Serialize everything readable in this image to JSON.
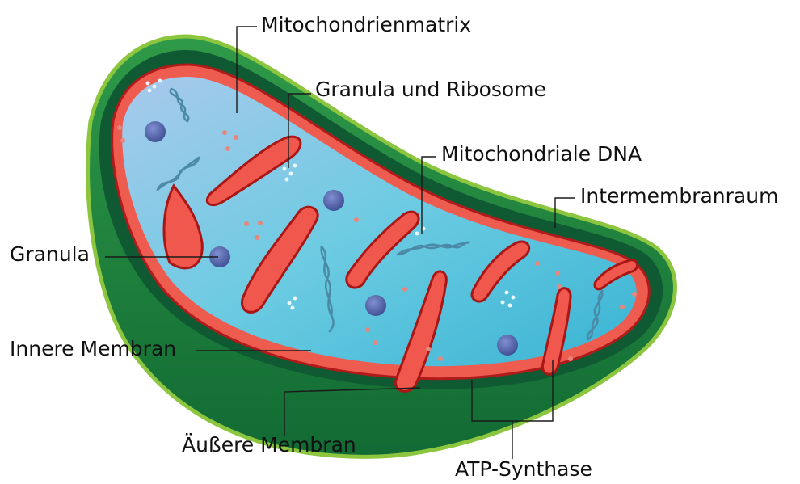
{
  "labels": {
    "matrix": "Mitochondrienmatrix",
    "granula_ribosome": "Granula und Ribosome",
    "dna": "Mitochondriale DNA",
    "intermembrane": "Intermembranraum",
    "granula": "Granula",
    "inner_membrane": "Innere Membran",
    "outer_membrane": "Äußere Membran",
    "atp_synthase": "ATP-Synthase"
  },
  "colors": {
    "outer_light": "#8cc63f",
    "outer_dark": "#1e7a3c",
    "intermembrane_space": "#0f5a33",
    "inner_membrane": "#e8342d",
    "inner_membrane_light": "#f7a19a",
    "matrix": "#5bc4dc",
    "matrix_light": "#b6d5ef",
    "granule": "#5a69b0",
    "ribosome": "#e5847c",
    "dna": "#4b8aa6"
  }
}
